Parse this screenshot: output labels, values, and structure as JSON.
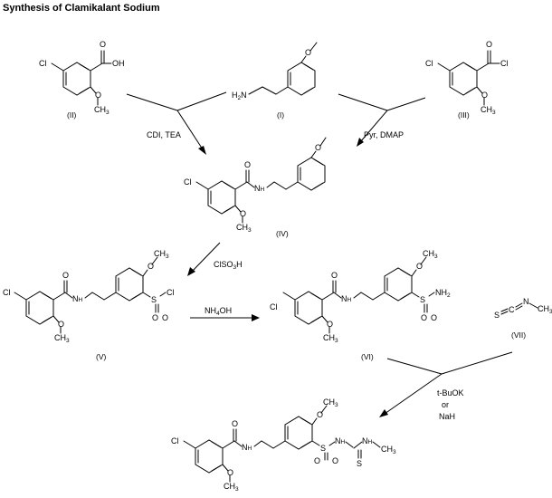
{
  "title": "Synthesis of Clamikalant Sodium",
  "compounds": {
    "II": {
      "label": "(II)"
    },
    "I": {
      "label": "(I)"
    },
    "III": {
      "label": "(III)"
    },
    "IV": {
      "label": "(IV)"
    },
    "V": {
      "label": "(V)"
    },
    "VI": {
      "label": "(VI)"
    },
    "VII": {
      "label": "(VII)"
    }
  },
  "atoms": {
    "cl": "Cl",
    "oh": "OH",
    "o": "O",
    "ch3": "CH3",
    "h2n": "H2N",
    "nh": "NH",
    "n": "N",
    "h": "H",
    "nh2": "NH2",
    "s": "S",
    "c": "C"
  },
  "reagents": {
    "step1": "CDI, TEA",
    "step2": "Pyr, DMAP",
    "step3": "ClSO3H",
    "step4": "NH4OH",
    "step5": [
      "t-BuOK",
      "or",
      "NaH"
    ]
  }
}
